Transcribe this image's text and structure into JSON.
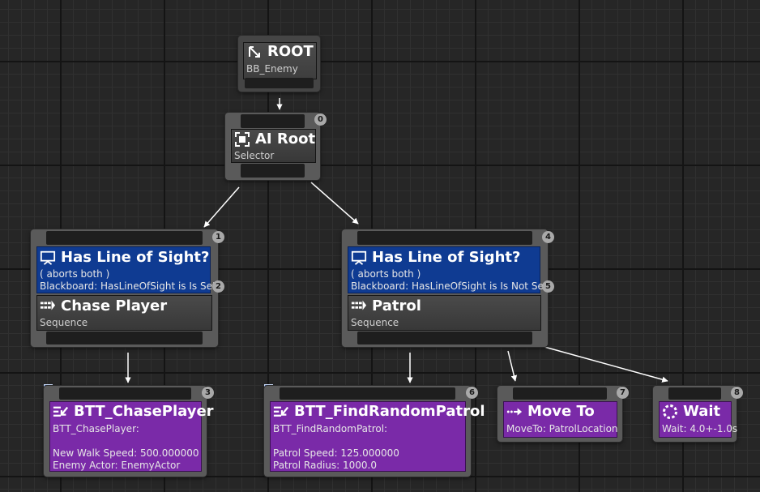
{
  "root": {
    "title": "ROOT",
    "subtitle": "BB_Enemy"
  },
  "ai_root": {
    "title": "AI Root",
    "subtitle": "Selector",
    "index": "0"
  },
  "left_branch": {
    "index": "1",
    "decorator": {
      "title": "Has Line of Sight?",
      "line1": "( aborts both )",
      "line2": "Blackboard: HasLineOfSight is Is Set",
      "index": "2"
    },
    "composite": {
      "title": "Chase Player",
      "subtitle": "Sequence"
    }
  },
  "right_branch": {
    "index": "4",
    "decorator": {
      "title": "Has Line of Sight?",
      "line1": "( aborts both )",
      "line2": "Blackboard: HasLineOfSight is Is Not Set",
      "index": "5"
    },
    "composite": {
      "title": "Patrol",
      "subtitle": "Sequence"
    }
  },
  "tasks": {
    "chase": {
      "title": "BTT_ChasePlayer",
      "line1": "BTT_ChasePlayer:",
      "line2": "New Walk Speed: 500.000000",
      "line3": "Enemy Actor: EnemyActor",
      "index": "3"
    },
    "find": {
      "title": "BTT_FindRandomPatrol",
      "line1": "BTT_FindRandomPatrol:",
      "line2": "Patrol Speed: 125.000000",
      "line3": "Patrol Radius: 1000.0",
      "index": "6"
    },
    "moveto": {
      "title": "Move To",
      "line1": "MoveTo: PatrolLocation",
      "index": "7"
    },
    "wait": {
      "title": "Wait",
      "line1": "Wait: 4.0+-1.0s",
      "index": "8"
    }
  },
  "icons": {
    "root": "root-arrows-icon",
    "selector": "selector-icon",
    "decorator": "blackboard-board-icon",
    "sequence": "sequence-arrows-icon",
    "task": "task-icon",
    "moveto": "move-to-icon",
    "wait": "wait-circle-icon"
  },
  "colors": {
    "decorator": "#0f3b92",
    "task": "#7a2aa8",
    "node_body": "#5a5a5a",
    "grid": "#262626"
  }
}
